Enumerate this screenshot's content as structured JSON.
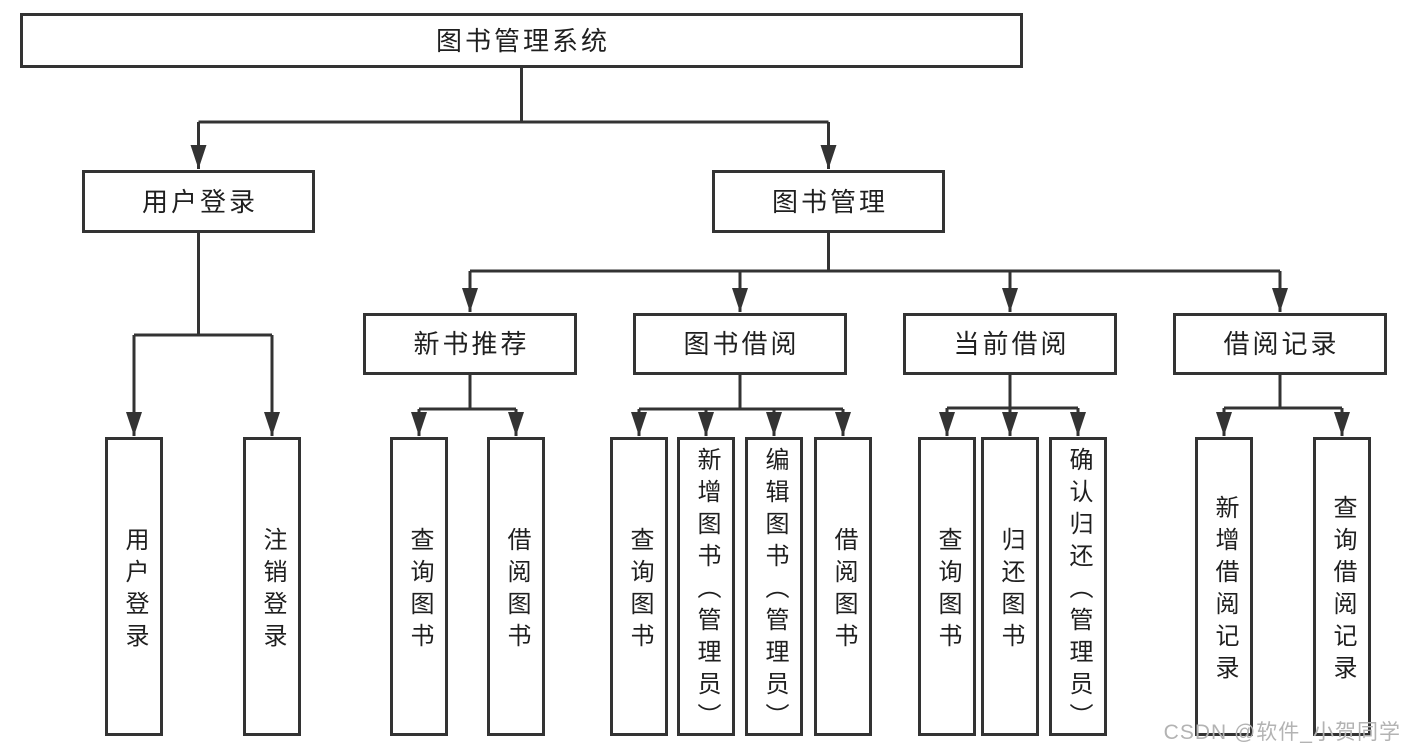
{
  "diagram": {
    "type": "tree",
    "colors": {
      "line": "#333333",
      "box_border": "#333333",
      "text": "#1f1f1f",
      "background": "#ffffff",
      "watermark": "#b3b3b3"
    },
    "root": {
      "label": "图书管理系统"
    },
    "level2": [
      {
        "label": "用户登录",
        "parent": "图书管理系统"
      },
      {
        "label": "图书管理",
        "parent": "图书管理系统"
      }
    ],
    "level3": [
      {
        "label": "新书推荐",
        "parent": "图书管理"
      },
      {
        "label": "图书借阅",
        "parent": "图书管理"
      },
      {
        "label": "当前借阅",
        "parent": "图书管理"
      },
      {
        "label": "借阅记录",
        "parent": "图书管理"
      }
    ],
    "leaves": [
      {
        "label": "用户登录",
        "parent": "用户登录"
      },
      {
        "label": "注销登录",
        "parent": "用户登录"
      },
      {
        "label": "查询图书",
        "parent": "新书推荐"
      },
      {
        "label": "借阅图书",
        "parent": "新书推荐"
      },
      {
        "label": "查询图书",
        "parent": "图书借阅"
      },
      {
        "label": "新增图书（管理员）",
        "parent": "图书借阅"
      },
      {
        "label": "编辑图书（管理员）",
        "parent": "图书借阅"
      },
      {
        "label": "借阅图书",
        "parent": "图书借阅"
      },
      {
        "label": "查询图书",
        "parent": "当前借阅"
      },
      {
        "label": "归还图书",
        "parent": "当前借阅"
      },
      {
        "label": "确认归还（管理员）",
        "parent": "当前借阅"
      },
      {
        "label": "新增借阅记录",
        "parent": "借阅记录"
      },
      {
        "label": "查询借阅记录",
        "parent": "借阅记录"
      }
    ],
    "watermark": "CSDN @软件_小贺同学"
  }
}
